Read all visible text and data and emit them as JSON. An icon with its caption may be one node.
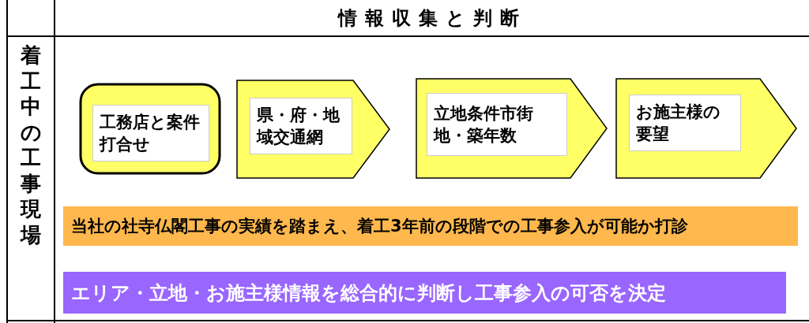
{
  "diagram": {
    "nodes": [
      {
        "text": [
          "情報収集と判断"
        ]
      },
      {
        "text": [
          "着工中の工事現場"
        ]
      },
      {
        "text": [
          "工務店と案件打合せ"
        ]
      },
      {
        "text": [
          "県・府・地域交通網"
        ]
      },
      {
        "text": [
          "立地条件市街地・築年数"
        ]
      },
      {
        "text": [
          "お施主様の要望"
        ]
      },
      {
        "text": [
          "当社の社寺仏閣工事の実績を踏まえ、着工3年前の段階での工事参入が可能か打診"
        ]
      },
      {
        "text": [
          "エリア・立地・お施主様情報を総合的に判断し工事参入の可否を決定"
        ]
      }
    ]
  }
}
